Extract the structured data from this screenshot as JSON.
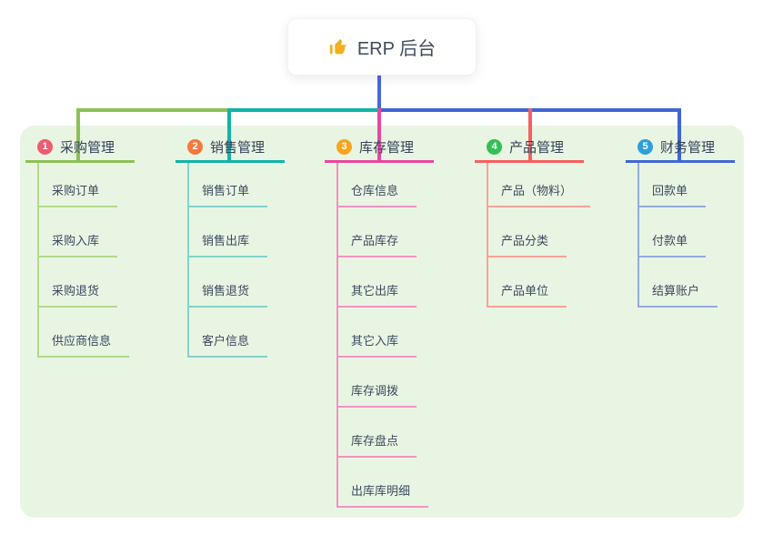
{
  "root": {
    "icon": "thumbs-up-icon",
    "icon_color": "#f2b01e",
    "title": "ERP 后台"
  },
  "canvas": {
    "background": "#ffffff",
    "panel_color": "#e9f5e3"
  },
  "connectors": {
    "root_line_color": "#4a67d8"
  },
  "branches": [
    {
      "badge": "1",
      "title": "采购管理",
      "colors": {
        "line": "#8cc152",
        "light": "#b2d98b",
        "badge": "#ee5b6e"
      },
      "items": [
        "采购订单",
        "采购入库",
        "采购退货",
        "供应商信息"
      ]
    },
    {
      "badge": "2",
      "title": "销售管理",
      "colors": {
        "line": "#12b3a6",
        "light": "#82d3ca",
        "badge": "#f4793c"
      },
      "items": [
        "销售订单",
        "销售出库",
        "销售退货",
        "客户信息"
      ]
    },
    {
      "badge": "3",
      "title": "库存管理",
      "colors": {
        "line": "#e8489b",
        "light": "#f492c2",
        "badge": "#f6a41f"
      },
      "items": [
        "仓库信息",
        "产品库存",
        "其它出库",
        "其它入库",
        "库存调拨",
        "库存盘点",
        "出库库明细"
      ]
    },
    {
      "badge": "4",
      "title": "产品管理",
      "colors": {
        "line": "#f85f60",
        "light": "#f9a29b",
        "badge": "#33bf55"
      },
      "items": [
        "产品（物料）",
        "产品分类",
        "产品单位"
      ]
    },
    {
      "badge": "5",
      "title": "财务管理",
      "colors": {
        "line": "#3f66d4",
        "light": "#93a9e2",
        "badge": "#2f9fdb"
      },
      "items": [
        "回款单",
        "付款单",
        "结算账户"
      ]
    }
  ]
}
